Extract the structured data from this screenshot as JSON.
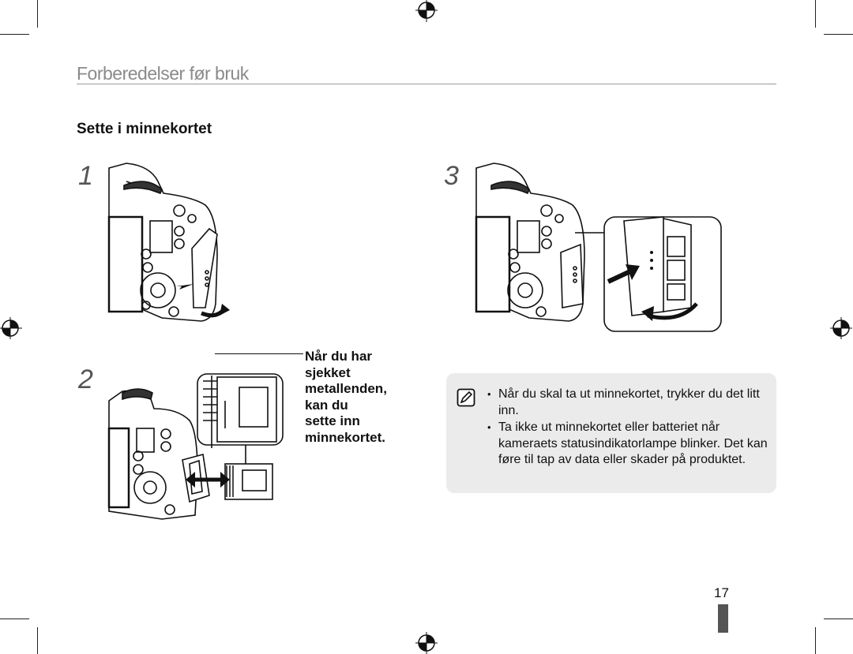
{
  "header": {
    "section_title": "Forberedelser før bruk"
  },
  "main": {
    "heading": "Sette i minnekortet",
    "steps": [
      {
        "number": "1"
      },
      {
        "number": "2"
      },
      {
        "number": "3"
      }
    ],
    "caption_lines": [
      "Når du har",
      "sjekket",
      "metallenden,",
      "kan du",
      "sette inn",
      "minnekortet."
    ],
    "note": {
      "icon": "note-icon",
      "items": [
        "Når du skal ta ut minnekortet, trykker du det litt inn.",
        "Ta ikke ut minnekortet eller batteriet når kameraets statusindikatorlampe blinker. Det kan føre til tap av data eller skader på produktet."
      ]
    }
  },
  "footer": {
    "page_number": "17"
  },
  "colors": {
    "section_title": "#8a8a8a",
    "note_background": "#ebebeb",
    "tab": "#555555"
  }
}
